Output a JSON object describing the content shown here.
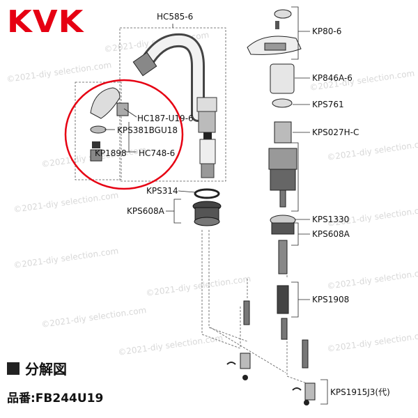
{
  "brand": {
    "logo_text": "KVK",
    "color": "#e60012"
  },
  "watermark": "©2021-diy selection.com",
  "highlight_color": "#e60012",
  "parts": {
    "hc585": "HC585-6",
    "hc187": "HC187-U19-6",
    "kps381": "KPS381BGU18",
    "kp1898": "KP1898",
    "hc748": "HC748-6",
    "kps314": "KPS314",
    "kps608a_left": "KPS608A",
    "kp80": "KP80-6",
    "kp846a": "KP846A-6",
    "kps761": "KPS761",
    "kps027h": "KPS027H-C",
    "kps1330": "KPS1330",
    "kps608a_right": "KPS608A",
    "kps1908": "KPS1908",
    "kps1915": "KPS1915J3(代)"
  },
  "caption": {
    "title": "分解図",
    "model_label": "品番:FB244U19"
  }
}
